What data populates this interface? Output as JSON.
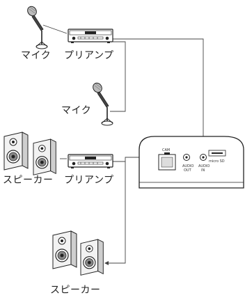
{
  "labels": {
    "mic_top": "マイク",
    "preamp_top": "プリアンプ",
    "mic_mid": "マイク",
    "speaker_left": "スピーカー",
    "preamp_bottom": "プリアンプ",
    "speaker_bottom": "スピーカー"
  },
  "device": {
    "cam_label": "CAM",
    "audio_out_label": "AUDIO",
    "audio_out_sub": "OUT",
    "audio_in_label": "AUDIO",
    "audio_in_sub": "IN",
    "micro_sd_label": "micro SD"
  },
  "colors": {
    "line": "#444444",
    "stroke": "#222222",
    "device_body": "#ffffff",
    "speaker_body": "#e8e8e8"
  }
}
